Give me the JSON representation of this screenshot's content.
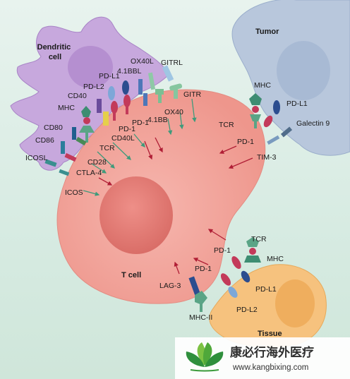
{
  "cells": {
    "dendritic": "Dendritic\ncell",
    "tumor": "Tumor",
    "tcell": "T cell",
    "tissue": "Tissue"
  },
  "dendritic_molecules": {
    "ox40l": "OX40L",
    "gitrl": "GITRL",
    "bbl": "4.1BBL",
    "pdl1": "PD-L1",
    "pdl2": "PD-L2",
    "cd40": "CD40",
    "mhc": "MHC",
    "cd80": "CD80",
    "cd86": "CD86",
    "icosl": "ICOSL"
  },
  "tcell_receptors_top": {
    "gitr": "GITR",
    "ox40": "OX40",
    "bb": "4.1BB",
    "pd1a": "PD-1",
    "pd1b": "PD-1",
    "cd40l": "CD40L",
    "tcr": "TCR",
    "cd28": "CD28",
    "ctla4": "CTLA-4",
    "icos": "ICOS"
  },
  "tumor_side": {
    "mhc": "MHC",
    "pdl1": "PD-L1",
    "tcr": "TCR",
    "galectin9": "Galectin 9",
    "pd1": "PD-1",
    "tim3": "TIM-3"
  },
  "tissue_side": {
    "tcr": "TCR",
    "pd1a": "PD-1",
    "mhc": "MHC",
    "pd1b": "PD-1",
    "pdl1": "PD-L1",
    "lag3": "LAG-3",
    "pdl2": "PD-L2",
    "mhc2": "MHC-II"
  },
  "watermark": {
    "name_cn": "康必行海外医疗",
    "url": "www.kangbixing.com"
  },
  "colors": {
    "tcell": "#f2a49c",
    "nucleus": "#e57e77",
    "dendritic": "#c6a7dc",
    "tumor": "#b7c6dc",
    "tissue": "#f6c27e",
    "inhibit_arrow": "#b01e35",
    "activate_arrow": "#3f9a7b"
  }
}
